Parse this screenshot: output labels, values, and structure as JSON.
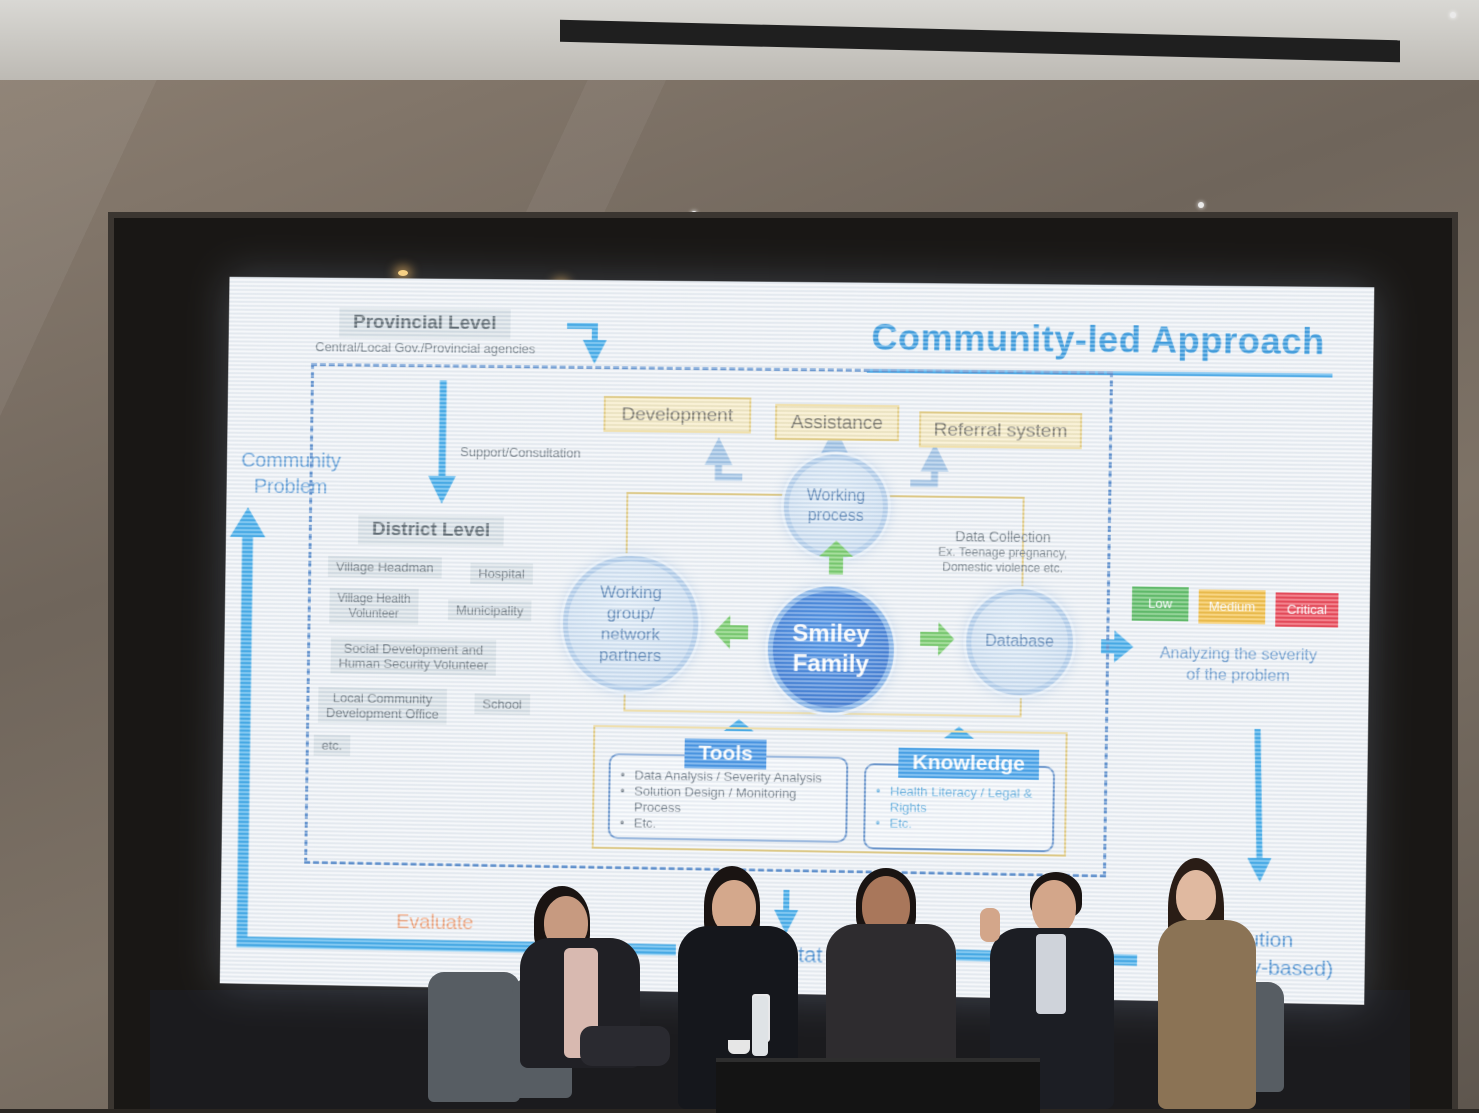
{
  "slide": {
    "title": "Community-led Approach",
    "provincial_level": "Provincial Level",
    "provincial_agencies": "Central/Local Gov./Provincial agencies",
    "support_consultation": "Support/Consultation",
    "community_problem": [
      "Community",
      "Problem"
    ],
    "district_level": "District Level",
    "district_units": [
      [
        "Village Headman"
      ],
      [
        "Hospital"
      ],
      [
        "Village Health",
        "Volunteer"
      ],
      [
        "Municipality"
      ],
      [
        "Social Development and",
        "Human Security Volunteer"
      ],
      [
        "Local Community",
        "Development Office"
      ],
      [
        "School"
      ],
      [
        "etc."
      ]
    ],
    "services": [
      "Development",
      "Assistance",
      "Referral system"
    ],
    "working_process": [
      "Working",
      "process"
    ],
    "working_group": [
      "Working",
      "group/",
      "network",
      "partners"
    ],
    "center": [
      "Smiley",
      "Family"
    ],
    "database": "Database",
    "data_collection": [
      "Data Collection",
      "Ex. Teenage pregnancy,",
      "Domestic violence etc."
    ],
    "severity_levels": [
      {
        "label": "Low",
        "color": "#3cb043"
      },
      {
        "label": "Medium",
        "color": "#f3b21c"
      },
      {
        "label": "Critical",
        "color": "#ea1c2e"
      }
    ],
    "severity_caption": [
      "Analyzing the severity",
      "of the problem"
    ],
    "tools": {
      "title": "Tools",
      "items": [
        "Data Analysis / Severity Analysis",
        "Solution Design / Monitoring Process",
        "Etc."
      ]
    },
    "knowledge": {
      "title": "Knowledge",
      "items": [
        "Health Literacy / Legal & Rights",
        "Etc."
      ]
    },
    "evaluate": "Evaluate",
    "implementation_partial": "entat",
    "solution_partial": [
      "lution",
      "nity-based)"
    ]
  },
  "colors": {
    "title_blue": "#1187d8",
    "flow_blue": "#1c9be6",
    "dashed_border": "#3b78c4",
    "service_fill": "#f6e8b8",
    "green_arrow": "#5cc24a",
    "evaluate_orange": "#ee8a55"
  }
}
